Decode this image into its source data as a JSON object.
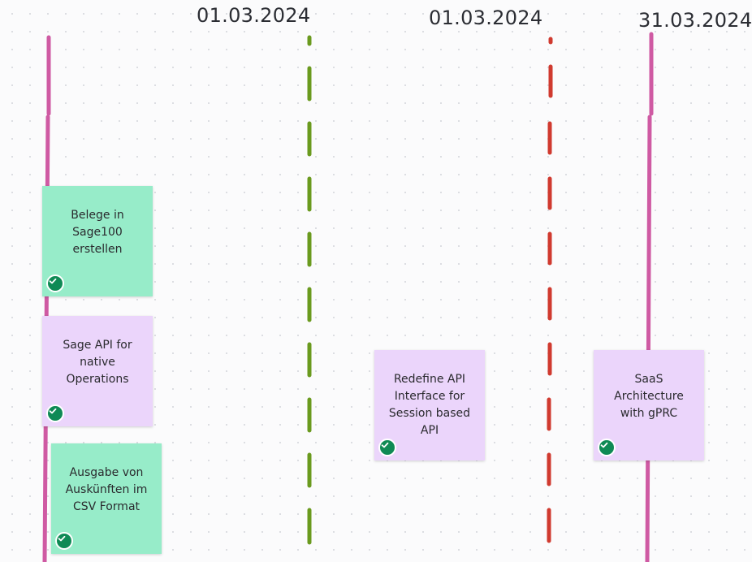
{
  "timeline": {
    "dates": [
      "01.03.2024",
      "01.03.2024",
      "31.03.2024"
    ],
    "colors": {
      "pink": "#cf5aa3",
      "green": "#6a9a1e",
      "red": "#d03a2f"
    }
  },
  "stickies": [
    {
      "text": "Belege in\nSage100\nerstellen",
      "color": "#97ecc9",
      "done": true
    },
    {
      "text": "Sage API for\nnative\nOperations",
      "color": "#ebd5fb",
      "done": true
    },
    {
      "text": "Ausgabe von\nAuskünften im\nCSV Format",
      "color": "#97ecc9",
      "done": true
    },
    {
      "text": "Redefine API\nInterface for\nSession based\nAPI",
      "color": "#ebd5fb",
      "done": true
    },
    {
      "text": "SaaS\nArchitecture\nwith gPRC",
      "color": "#ebd5fb",
      "done": true
    }
  ],
  "icons": {
    "done": "check-circle-icon"
  }
}
